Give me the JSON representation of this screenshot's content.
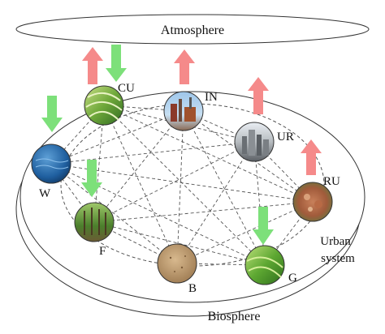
{
  "atmosphere": {
    "label": "Atmosphere"
  },
  "biosphere": {
    "label": "Biosphere"
  },
  "urban_system": {
    "label_line1": "Urban",
    "label_line2": "system"
  },
  "nodes": [
    {
      "id": "CU",
      "label": "CU",
      "texture": "terraced-green-fields",
      "flux": [
        "up",
        "down"
      ]
    },
    {
      "id": "IN",
      "label": "IN",
      "texture": "industrial-buildings",
      "flux": [
        "up"
      ]
    },
    {
      "id": "UR",
      "label": "UR",
      "texture": "city-skyline",
      "flux": [
        "up"
      ]
    },
    {
      "id": "RU",
      "label": "RU",
      "texture": "rural-village",
      "flux": [
        "up"
      ]
    },
    {
      "id": "G",
      "label": "G",
      "texture": "green-grassland",
      "flux": [
        "down"
      ]
    },
    {
      "id": "B",
      "label": "B",
      "texture": "bare-soil",
      "flux": []
    },
    {
      "id": "F",
      "label": "F",
      "texture": "forest",
      "flux": [
        "down"
      ]
    },
    {
      "id": "W",
      "label": "W",
      "texture": "water",
      "flux": [
        "down"
      ]
    }
  ],
  "colors": {
    "up_arrow": "#f58a8a",
    "down_arrow": "#7de07a",
    "outline": "#333333",
    "link": "#555555"
  }
}
